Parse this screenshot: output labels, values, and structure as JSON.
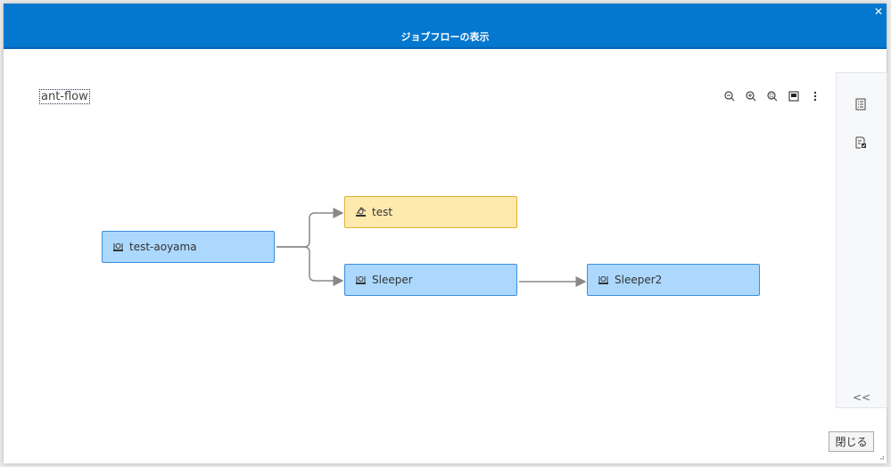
{
  "dialog": {
    "title": "ジョブフローの表示",
    "close_icon": "close-icon",
    "close_label": "閉じる"
  },
  "flow": {
    "name": "ant-flow"
  },
  "toolbar": {
    "icons": [
      "zoom-out-icon",
      "zoom-in-icon",
      "zoom-fit-icon",
      "fullscreen-icon",
      "more-vert-icon"
    ]
  },
  "side_panel": {
    "icons": [
      "job-list-icon",
      "job-check-icon"
    ],
    "collapse_label": "<<"
  },
  "nodes": [
    {
      "label": "test-aoyama",
      "status": "normal"
    },
    {
      "label": "test",
      "status": "warning"
    },
    {
      "label": "Sleeper",
      "status": "normal"
    },
    {
      "label": "Sleeper2",
      "status": "normal"
    }
  ],
  "edges": [
    [
      "test-aoyama",
      "test"
    ],
    [
      "test-aoyama",
      "Sleeper"
    ],
    [
      "Sleeper",
      "Sleeper2"
    ]
  ],
  "colors": {
    "header": "#0477cf",
    "node_normal": "#acd8fd",
    "node_warning": "#ffeaae",
    "edge": "#888888"
  }
}
